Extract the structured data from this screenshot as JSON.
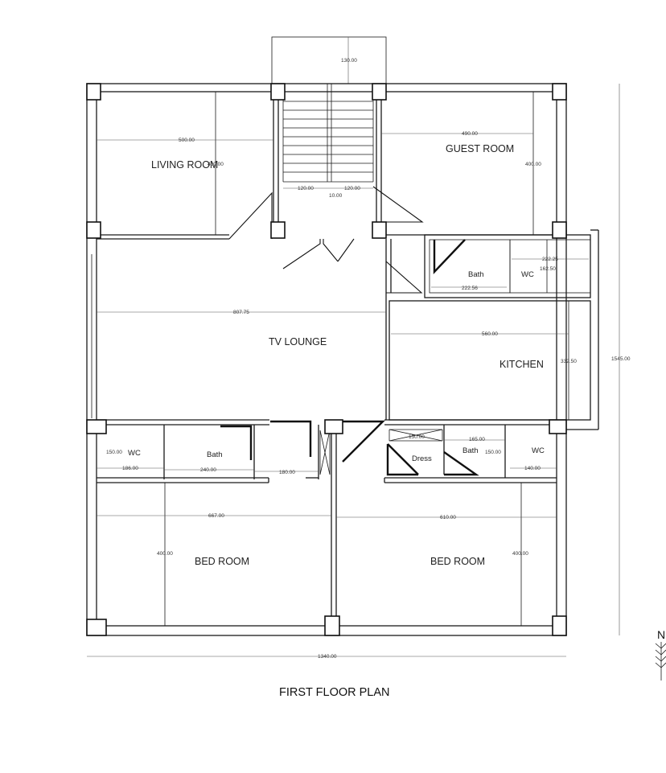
{
  "title": "FIRST FLOOR PLAN",
  "rooms": {
    "living_room": "LIVING ROOM",
    "guest_room": "GUEST ROOM",
    "tv_lounge": "TV LOUNGE",
    "kitchen": "KITCHEN",
    "bed_room_left": "BED ROOM",
    "bed_room_right": "BED ROOM",
    "bath_top": "Bath",
    "wc_top": "WC",
    "wc_left": "WC",
    "bath_left": "Bath",
    "dress": "Dress",
    "bath_right": "Bath",
    "wc_right": "WC"
  },
  "dimensions": {
    "stair_top": "130.00",
    "living_width": "500.00",
    "living_height": "400.00",
    "guest_width": "490.00",
    "guest_height": "400.00",
    "stair_left": "120.00",
    "stair_right": "120.00",
    "stair_gap": "10.00",
    "bath_top_width": "222.56",
    "wc_top_width": "222.25",
    "wc_top_height": "162.50",
    "lounge_width": "807.75",
    "kitchen_width": "560.00",
    "kitchen_height": "332.50",
    "overall_height": "1545.00",
    "wc_left_height": "150.00",
    "wc_left_width": "186.00",
    "bath_left_width": "240.00",
    "corridor_width": "180.00",
    "dress_width": "150.00",
    "bath_right_width": "165.00",
    "bath_right_height": "150.00",
    "wc_right_width": "140.00",
    "bed_left_width": "667.00",
    "bed_left_height": "400.00",
    "bed_right_width": "610.00",
    "bed_right_height": "400.00",
    "overall_width": "1340.00"
  },
  "north": "N",
  "icons": {
    "north_arrow": "north-arrow-icon"
  }
}
